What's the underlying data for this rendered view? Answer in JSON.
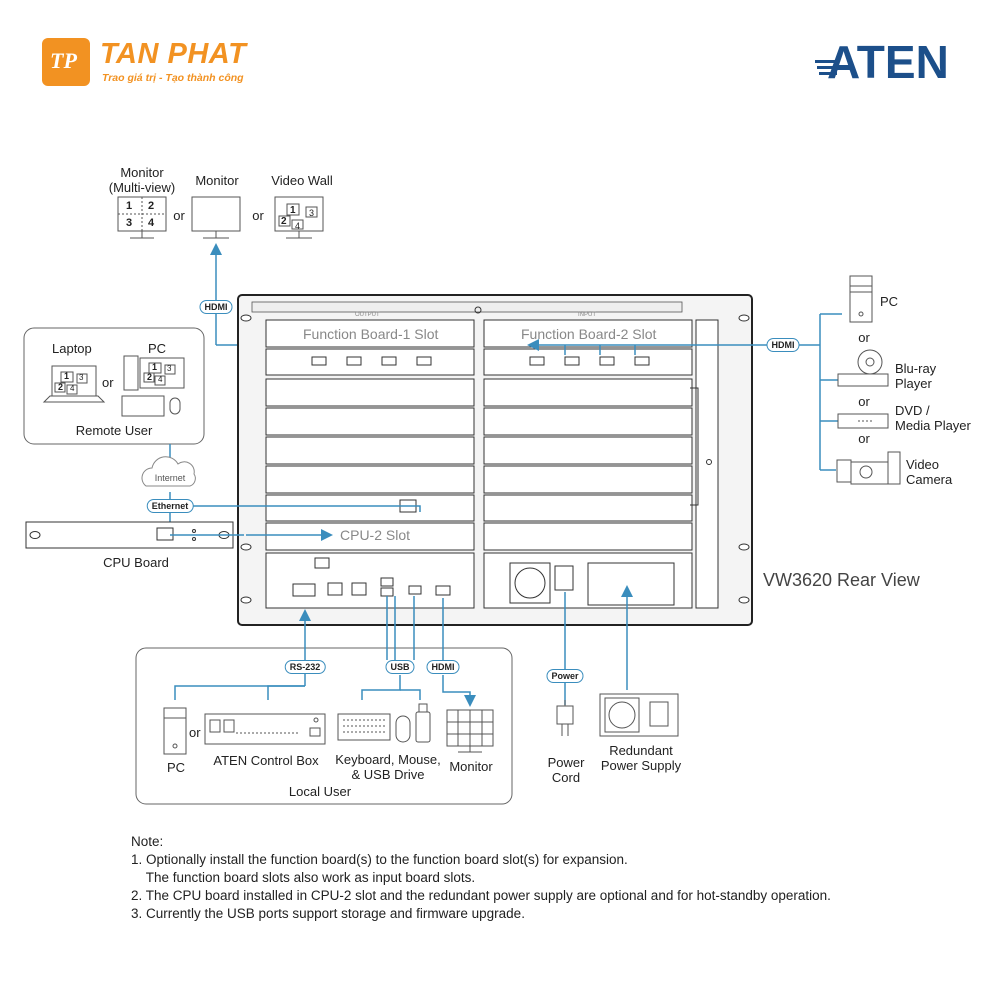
{
  "header": {
    "brand_name": "TAN PHAT",
    "brand_tagline": "Trao giá trị - Tạo thành công",
    "brand_mark": "TP",
    "partner_logo": "ATEN",
    "brand_color": "#f29222",
    "partner_color": "#1c4f8a"
  },
  "outputs": {
    "multiview_label": "Monitor\n(Multi-view)",
    "monitor_label": "Monitor",
    "videowall_label": "Video Wall",
    "or1": "or",
    "or2": "or",
    "multiview_cells": [
      "1",
      "2",
      "3",
      "4"
    ],
    "wall_cells": [
      "1",
      "2",
      "3",
      "4"
    ],
    "hdmi_tag": "HDMI"
  },
  "remote": {
    "laptop_label": "Laptop",
    "pc_label": "PC",
    "or": "or",
    "group_label": "Remote User",
    "internet_label": "Internet",
    "ethernet_tag": "Ethernet",
    "cells": [
      "1",
      "2",
      "3",
      "4"
    ]
  },
  "cpu_board_label": "CPU Board",
  "chassis": {
    "output_strip": "OUTPUT",
    "input_strip": "INPUT",
    "fb1_label": "Function Board-1 Slot",
    "fb2_label": "Function Board-2 Slot",
    "cpu2_label": "CPU-2 Slot",
    "rear_view_label": "VW3620 Rear View"
  },
  "inputs": {
    "hdmi_tag": "HDMI",
    "pc_label": "PC",
    "or1": "or",
    "bluray_label": "Blu-ray\nPlayer",
    "or2": "or",
    "dvd_label": "DVD /\nMedia Player",
    "or3": "or",
    "camera_label": "Video\nCamera"
  },
  "local": {
    "rs232_tag": "RS-232",
    "usb_tag": "USB",
    "hdmi_tag": "HDMI",
    "pc_label": "PC",
    "or": "or",
    "control_box_label": "ATEN Control Box",
    "kbd_label": "Keyboard, Mouse,\n& USB Drive",
    "monitor_label": "Monitor",
    "group_label": "Local User"
  },
  "power": {
    "power_tag": "Power",
    "cord_label": "Power\nCord",
    "redundant_label": "Redundant\nPower Supply"
  },
  "notes": {
    "title": "Note:",
    "lines": [
      "1. Optionally install the function board(s) to the function board slot(s) for expansion.",
      "    The function board slots also work as input board slots.",
      "2. The CPU board installed in CPU-2 slot and the redundant power supply are optional and for hot-standby operation.",
      "3. Currently the USB ports support storage and firmware upgrade."
    ]
  }
}
